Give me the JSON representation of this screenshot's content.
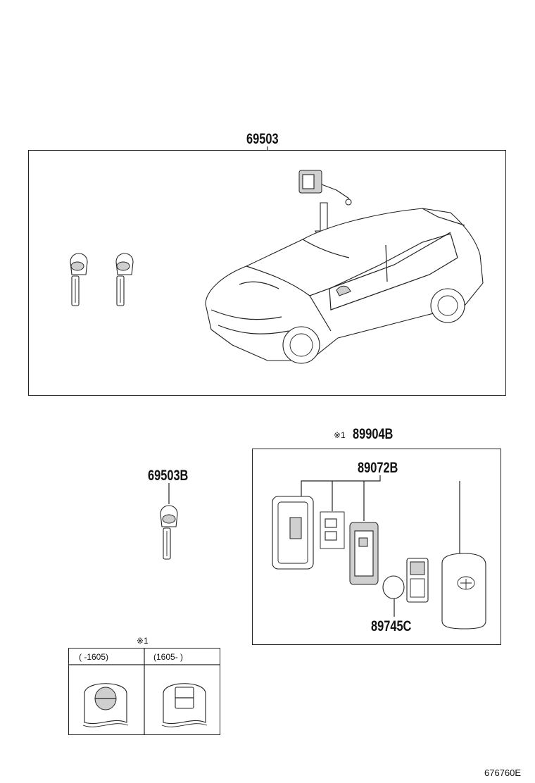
{
  "parts": {
    "main_set": "69503",
    "key_blank": "69503B",
    "transmitter_set": "89904B",
    "transmitter_set_prefix": "※1",
    "transmitter_case": "89072B",
    "battery": "89745C"
  },
  "note": {
    "marker": "※1",
    "col1_header": "(     -1605)",
    "col2_header": "(1605-       )"
  },
  "figure_id": "676760E"
}
